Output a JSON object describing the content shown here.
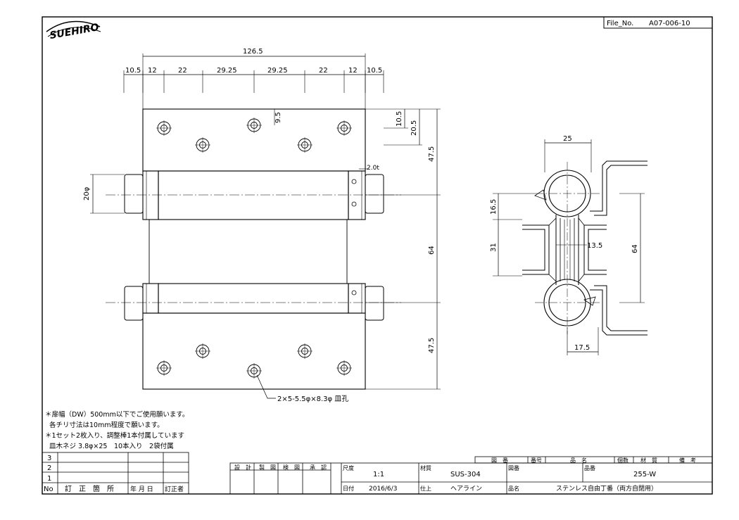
{
  "logo": {
    "text": "SUEHIRO"
  },
  "file_no": {
    "label": "File_No.",
    "value": "A07-006-10"
  },
  "front_view": {
    "overall_width": "126.5",
    "hole_spacing": [
      "10.5",
      "12",
      "22",
      "29.25",
      "29.25",
      "22",
      "12",
      "10.5"
    ],
    "hole_offset": "9.5",
    "top_edge_1": "10.5",
    "top_edge_2": "20.5",
    "plate_thickness": "2.0t",
    "barrel_dia": "20φ",
    "upper_leaf": "47.5",
    "pitch": "64",
    "lower_leaf": "47.5",
    "hole_callout": "2×5-5.5φ×8.3φ 皿孔"
  },
  "side_view": {
    "top_width": "25",
    "dim_16_5": "16.5",
    "dim_31": "31",
    "dim_13_5": "13.5",
    "dim_64": "64",
    "bottom_width": "17.5"
  },
  "notes": [
    "＊扉幅（DW）500mm以下でご使用願います。",
    "各チリ寸法は10mm程度で願います。",
    "＊1セット2枚入り、調整棒1本付属しています",
    "皿木ネジ 3.8φ×25　10本入り　2袋付属"
  ],
  "revision_table": {
    "rows": [
      "3",
      "2",
      "1"
    ],
    "headers": [
      "No",
      "訂　正　箇　所",
      "年 月 日",
      "訂正者"
    ]
  },
  "parts_header": [
    "図　番",
    "番号",
    "品　名",
    "個数",
    "材　質",
    "備　考"
  ],
  "title_block": {
    "roles": [
      "設　計",
      "製　図",
      "検　図",
      "承　認"
    ],
    "scale_label": "尺度",
    "scale": "1:1",
    "material_label": "材質",
    "material": "SUS-304",
    "drawing_no_label": "図番",
    "part_no_label": "品番",
    "part_no": "255-W",
    "date_label": "日付",
    "date": "2016/6/3",
    "finish_label": "仕上",
    "finish": "ヘアライン",
    "name_label": "品名",
    "name": "ステンレス自由丁番（両方自閉用）"
  }
}
